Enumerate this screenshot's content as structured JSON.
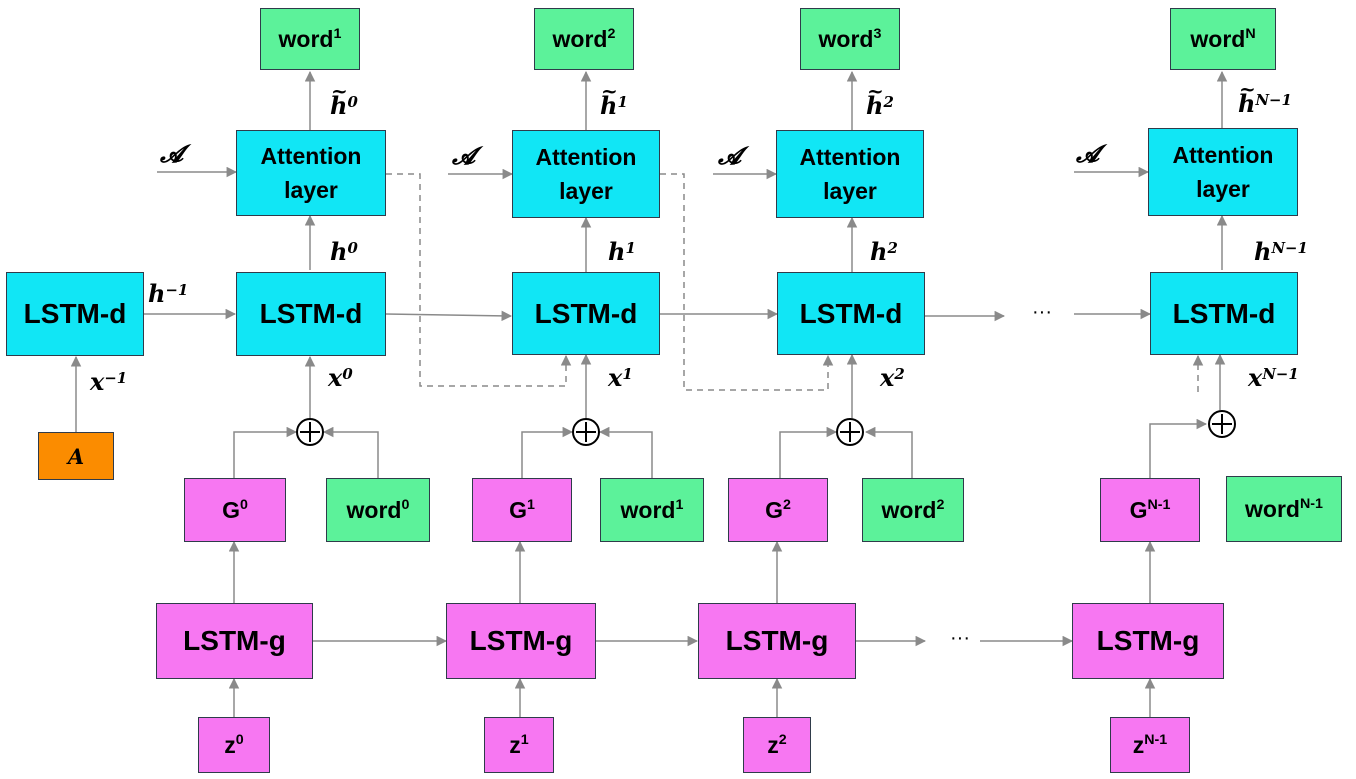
{
  "colors": {
    "lstm_d": "#11e6f5",
    "attention": "#11e6f5",
    "word": "#5cf29a",
    "generator": "#f777f2",
    "lstm_g": "#f777f2",
    "a_input": "#fb8c00",
    "wire": "#8a8a8a"
  },
  "a_input": {
    "label": "A"
  },
  "lstm_d": {
    "label": "LSTM-d"
  },
  "attention": {
    "line1": "Attention",
    "line2": "layer"
  },
  "attention_input": "𝓐",
  "lstm_g": {
    "label": "LSTM-g"
  },
  "ellipsis": "···",
  "labels": {
    "h_init": {
      "base": "h",
      "sup": "−1"
    },
    "x_init": {
      "base": "x",
      "sup": "−1"
    }
  },
  "steps": [
    {
      "out_word": {
        "base": "word",
        "sup": "1"
      },
      "h_tilde": {
        "base": "h",
        "sup": "0"
      },
      "h": {
        "base": "h",
        "sup": "0"
      },
      "x": {
        "base": "x",
        "sup": "0"
      },
      "G": {
        "base": "G",
        "sup": "0"
      },
      "in_word": {
        "base": "word",
        "sup": "0"
      },
      "z": {
        "base": "z",
        "sup": "0"
      }
    },
    {
      "out_word": {
        "base": "word",
        "sup": "2"
      },
      "h_tilde": {
        "base": "h",
        "sup": "1"
      },
      "h": {
        "base": "h",
        "sup": "1"
      },
      "x": {
        "base": "x",
        "sup": "1"
      },
      "G": {
        "base": "G",
        "sup": "1"
      },
      "in_word": {
        "base": "word",
        "sup": "1"
      },
      "z": {
        "base": "z",
        "sup": "1"
      }
    },
    {
      "out_word": {
        "base": "word",
        "sup": "3"
      },
      "h_tilde": {
        "base": "h",
        "sup": "2"
      },
      "h": {
        "base": "h",
        "sup": "2"
      },
      "x": {
        "base": "x",
        "sup": "2"
      },
      "G": {
        "base": "G",
        "sup": "2"
      },
      "in_word": {
        "base": "word",
        "sup": "2"
      },
      "z": {
        "base": "z",
        "sup": "2"
      }
    },
    {
      "out_word": {
        "base": "word",
        "sup": "N"
      },
      "h_tilde": {
        "base": "h",
        "sup": "N−1"
      },
      "h": {
        "base": "h",
        "sup": "N−1"
      },
      "x": {
        "base": "x",
        "sup": "N−1"
      },
      "G": {
        "base": "G",
        "sup": "N-1"
      },
      "in_word": {
        "base": "word",
        "sup": "N-1"
      },
      "z": {
        "base": "z",
        "sup": "N-1"
      }
    }
  ]
}
